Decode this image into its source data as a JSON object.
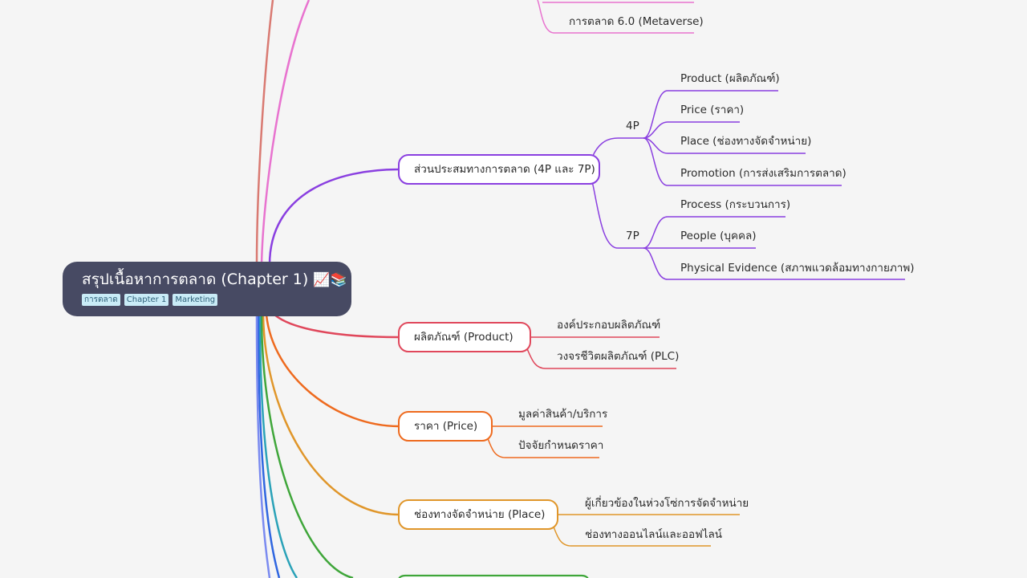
{
  "root": {
    "title": "สรุปเนื้อหาการตลาด (Chapter 1)",
    "emoji": "📈📚",
    "tags": [
      "การตลาด",
      "Chapter 1",
      "Marketing"
    ]
  },
  "top_item": {
    "label": "การตลาด 6.0 (Metaverse)"
  },
  "marketing_mix": {
    "label": "ส่วนประสมทางการตลาด (4P และ 7P)",
    "group_4p": {
      "label": "4P",
      "items": [
        "Product (ผลิตภัณฑ์)",
        "Price (ราคา)",
        "Place (ช่องทางจัดจำหน่าย)",
        "Promotion (การส่งเสริมการตลาด)"
      ]
    },
    "group_7p": {
      "label": "7P",
      "items": [
        "Process (กระบวนการ)",
        "People (บุคคล)",
        "Physical Evidence (สภาพแวดล้อมทางกายภาพ)"
      ]
    }
  },
  "product": {
    "label": "ผลิตภัณฑ์ (Product)",
    "items": [
      "องค์ประกอบผลิตภัณฑ์",
      "วงจรชีวิตผลิตภัณฑ์ (PLC)"
    ]
  },
  "price": {
    "label": "ราคา (Price)",
    "items": [
      "มูลค่าสินค้า/บริการ",
      "ปัจจัยกำหนดราคา"
    ]
  },
  "place": {
    "label": "ช่องทางจัดจำหน่าย (Place)",
    "items": [
      "ผู้เกี่ยวข้องในห่วงโซ่การจัดจำหน่าย",
      "ช่องทางออนไลน์และออฟไลน์"
    ]
  },
  "colors": {
    "background": "#f5f5f5",
    "root": "#474a63",
    "purple": "#8a3fe0",
    "red": "#e0475b",
    "orange": "#ee6a1e",
    "amber": "#e0962a",
    "pink": "#e873cf",
    "salmon": "#d97a72",
    "green": "#3fa63a",
    "teal": "#2aa2b8",
    "blue": "#2f66e0",
    "periwinkle": "#7a8af0"
  }
}
